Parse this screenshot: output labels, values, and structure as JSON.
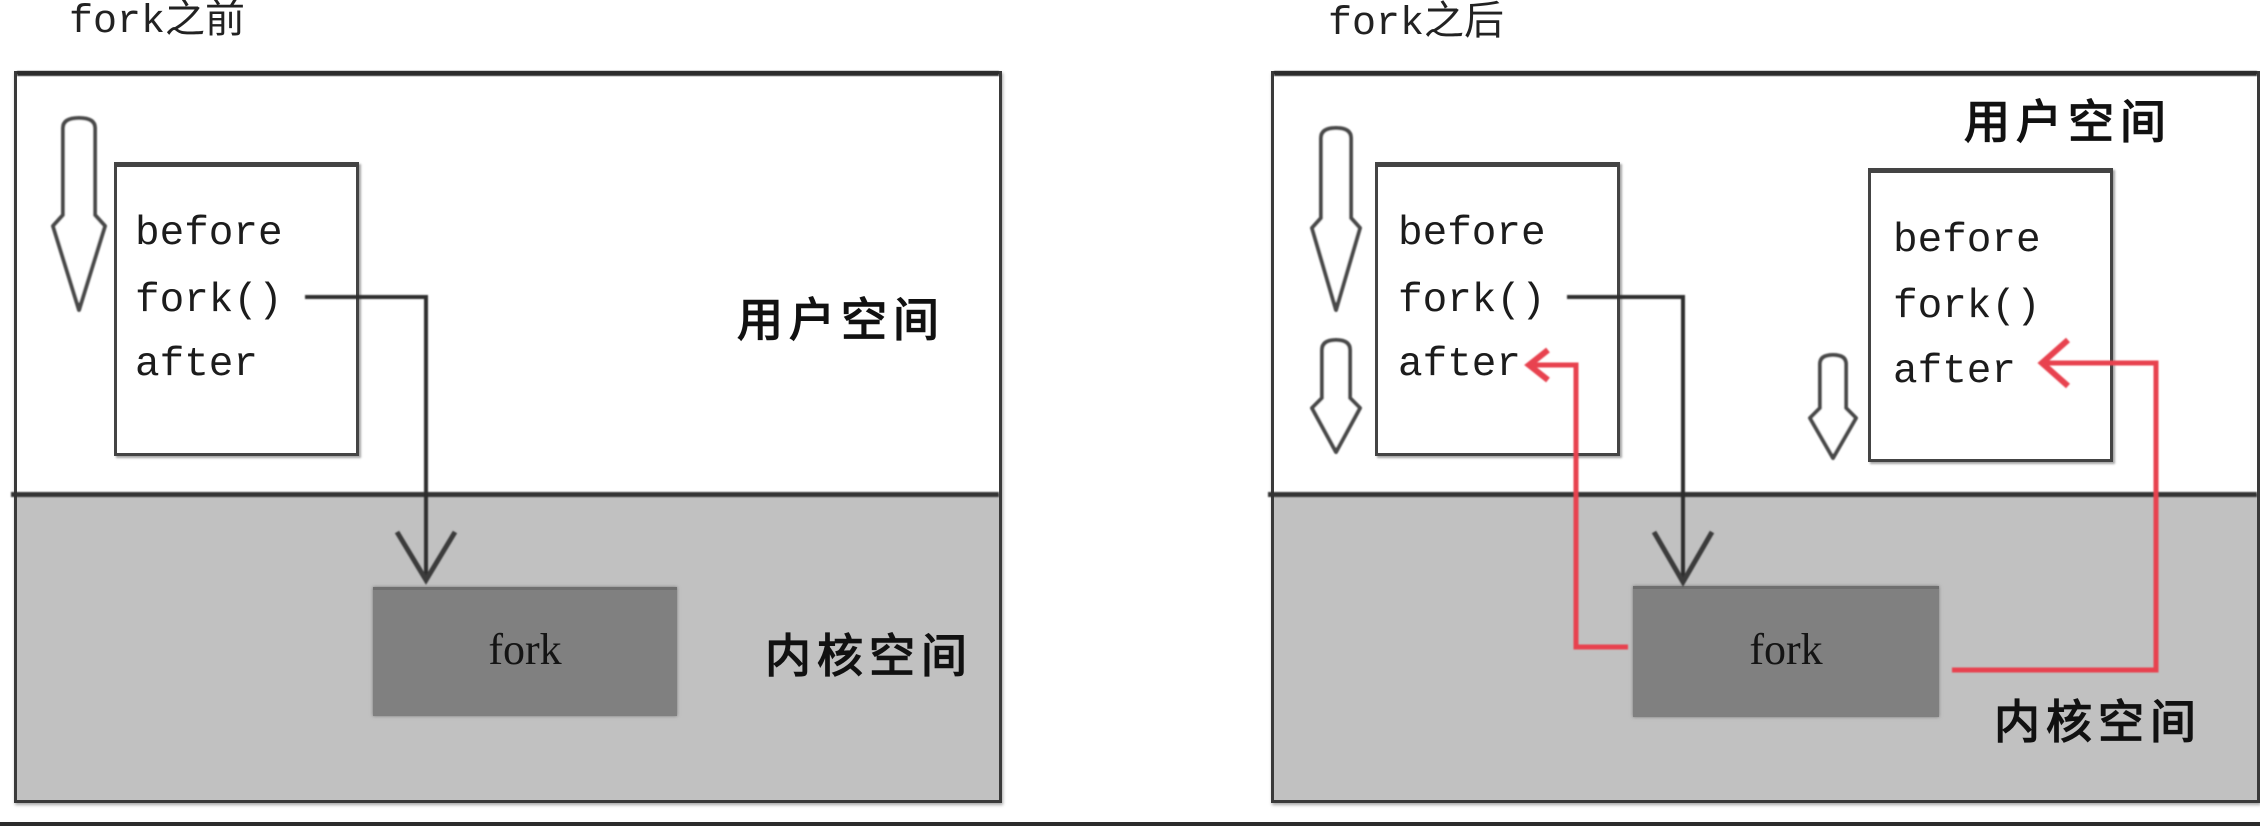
{
  "diagram": {
    "topic": "fork system call: user space vs kernel space",
    "colors": {
      "user_space_bg": "#ffffff",
      "kernel_space_bg": "#c1c1c1",
      "kernel_fork_box": "#808080",
      "border": "#333333",
      "return_arrow": "#e8424f",
      "call_arrow": "#333333"
    }
  },
  "before": {
    "title": "fork之前",
    "user_space_label": "用户空间",
    "kernel_space_label": "内核空间",
    "process": {
      "lines": [
        "before",
        "fork()",
        "after"
      ]
    },
    "kernel_box_label": "fork",
    "arrows": [
      {
        "type": "execution-flow",
        "icon": "down-arrow-icon"
      },
      {
        "type": "syscall",
        "from": "fork()",
        "to": "fork"
      }
    ]
  },
  "after": {
    "title": "fork之后",
    "user_space_label": "用户空间",
    "kernel_space_label": "内核空间",
    "parent_process": {
      "lines": [
        "before",
        "fork()",
        "after"
      ]
    },
    "child_process": {
      "lines": [
        "before",
        "fork()",
        "after"
      ]
    },
    "kernel_box_label": "fork",
    "arrows": [
      {
        "type": "execution-flow",
        "icon": "down-arrow-icon",
        "target": "parent"
      },
      {
        "type": "execution-flow",
        "icon": "down-arrow-icon",
        "target": "parent-after"
      },
      {
        "type": "execution-flow",
        "icon": "down-arrow-icon",
        "target": "child-after"
      },
      {
        "type": "syscall",
        "from": "fork()",
        "to": "fork"
      },
      {
        "type": "return",
        "from": "fork",
        "to": "parent after",
        "color": "#e8424f"
      },
      {
        "type": "return",
        "from": "fork",
        "to": "child after",
        "color": "#e8424f"
      }
    ]
  }
}
